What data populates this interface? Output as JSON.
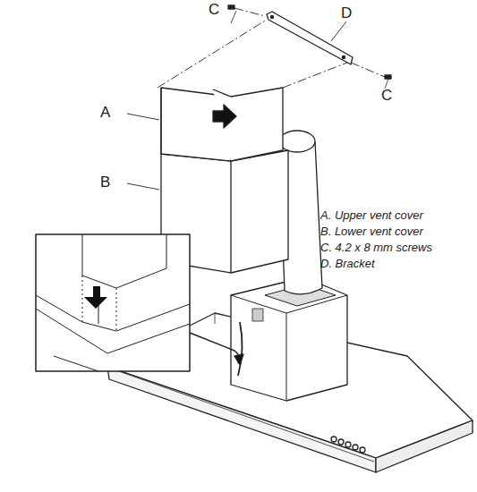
{
  "diagram": {
    "labels": [
      "C",
      "D",
      "C",
      "A",
      "B",
      "A. Upper vent cover",
      "B. Lower vent cover",
      "C. 4.2 x 8 mm screws",
      "D. Bracket"
    ]
  }
}
